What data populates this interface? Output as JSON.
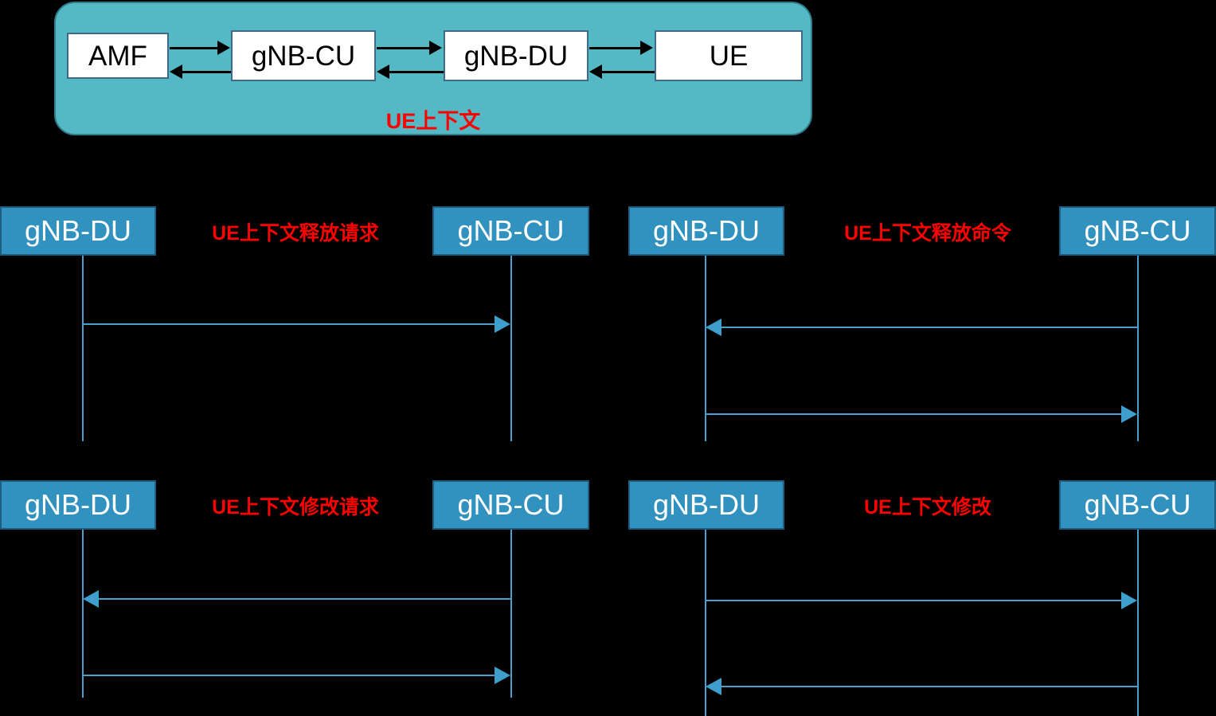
{
  "diagram": {
    "background_color": "#000000",
    "accent_blue": "#3192BF",
    "arrow_blue": "#4A9FCB",
    "panel_teal": "#54B9C4",
    "label_red": "#FF0000"
  },
  "overview": {
    "caption": "UE上下文",
    "nodes": [
      {
        "label": "AMF"
      },
      {
        "label": "gNB-CU"
      },
      {
        "label": "gNB-DU"
      },
      {
        "label": "UE"
      }
    ],
    "connectors": [
      {
        "from": "AMF",
        "to": "gNB-CU",
        "direction": "right"
      },
      {
        "from": "gNB-CU",
        "to": "AMF",
        "direction": "left"
      },
      {
        "from": "gNB-CU",
        "to": "gNB-DU",
        "direction": "right"
      },
      {
        "from": "gNB-DU",
        "to": "gNB-CU",
        "direction": "left"
      },
      {
        "from": "gNB-DU",
        "to": "UE",
        "direction": "right"
      },
      {
        "from": "UE",
        "to": "gNB-DU",
        "direction": "left"
      }
    ]
  },
  "sequences": [
    {
      "id": "ue-context-release-request",
      "title": "UE上下文释放请求",
      "left_actor": "gNB-DU",
      "right_actor": "gNB-CU",
      "messages": [
        {
          "direction": "right",
          "from": "gNB-DU",
          "to": "gNB-CU"
        }
      ]
    },
    {
      "id": "ue-context-release-command",
      "title": "UE上下文释放命令",
      "left_actor": "gNB-DU",
      "right_actor": "gNB-CU",
      "messages": [
        {
          "direction": "left",
          "from": "gNB-CU",
          "to": "gNB-DU"
        },
        {
          "direction": "right",
          "from": "gNB-DU",
          "to": "gNB-CU"
        }
      ]
    },
    {
      "id": "ue-context-modification-request",
      "title": "UE上下文修改请求",
      "left_actor": "gNB-DU",
      "right_actor": "gNB-CU",
      "messages": [
        {
          "direction": "left",
          "from": "gNB-CU",
          "to": "gNB-DU"
        },
        {
          "direction": "right",
          "from": "gNB-DU",
          "to": "gNB-CU"
        }
      ]
    },
    {
      "id": "ue-context-modification",
      "title": "UE上下文修改",
      "left_actor": "gNB-DU",
      "right_actor": "gNB-CU",
      "messages": [
        {
          "direction": "right",
          "from": "gNB-DU",
          "to": "gNB-CU"
        },
        {
          "direction": "left",
          "from": "gNB-CU",
          "to": "gNB-DU"
        }
      ]
    }
  ]
}
